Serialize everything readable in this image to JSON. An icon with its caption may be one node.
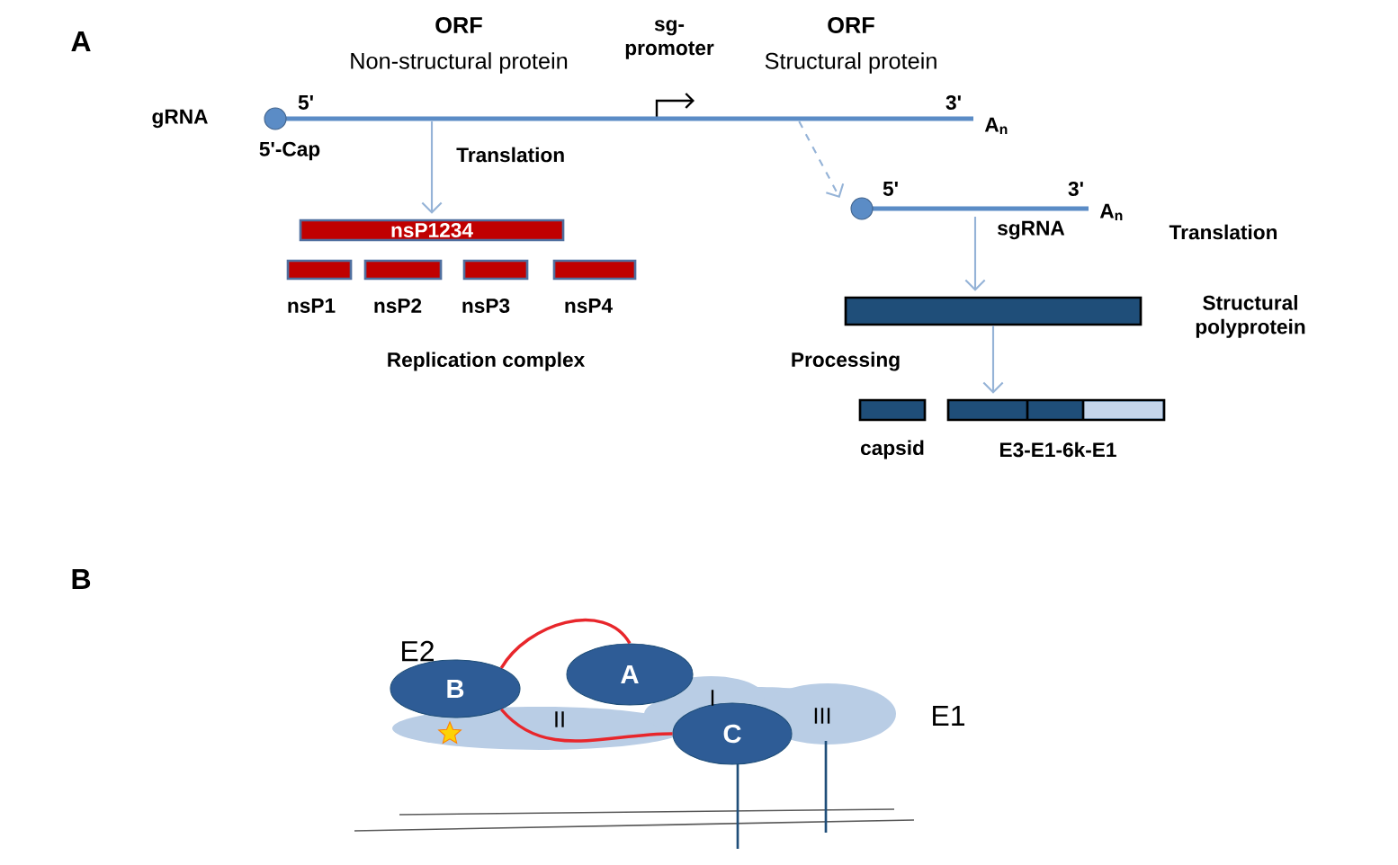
{
  "diagram": {
    "nodes": [
      {
        "text": [
          "gRNA"
        ],
        "beside": [
          "5'",
          "5'-Cap",
          "3'",
          "A$_{n}$"
        ]
      },
      {
        "text": [
          "nsP1234"
        ]
      },
      {
        "text": [
          "nsP1"
        ]
      },
      {
        "text": [
          "nsP2"
        ]
      },
      {
        "text": [
          "nsP3"
        ]
      },
      {
        "text": [
          "nsP4"
        ]
      },
      {
        "text": [
          "sgRNA"
        ],
        "beside": [
          "5'",
          "3'",
          "A$_{n}$"
        ]
      },
      {
        "text": [
          "Structural polyprotein"
        ]
      },
      {
        "text": [
          "capsid"
        ]
      },
      {
        "text": [
          "E3-E1-6k-E1"
        ]
      },
      {
        "text": [
          "B"
        ]
      },
      {
        "text": [
          "A"
        ]
      },
      {
        "text": [
          "C"
        ]
      }
    ],
    "edges": [
      {
        "from": 0,
        "to": 1,
        "arrow": "to",
        "label": "Translation"
      },
      {
        "from": 0,
        "to": 6,
        "arrow": "to",
        "style": "dashed"
      },
      {
        "from": 6,
        "to": 7,
        "arrow": "to"
      },
      {
        "from": 7,
        "to": 9,
        "arrow": "to",
        "label": "Processing"
      },
      {
        "from": 10,
        "to": 11,
        "arrow": "none",
        "color": "#e8262b"
      },
      {
        "from": 10,
        "to": 12,
        "arrow": "none",
        "color": "#e8262b"
      }
    ],
    "labels": [
      "A",
      "ORF",
      "Non-structural protein",
      "sg- promoter",
      "ORF",
      "Structural protein",
      "Translation",
      "Replication complex",
      "B",
      "E2",
      "I",
      "II",
      "III",
      "E1"
    ]
  }
}
